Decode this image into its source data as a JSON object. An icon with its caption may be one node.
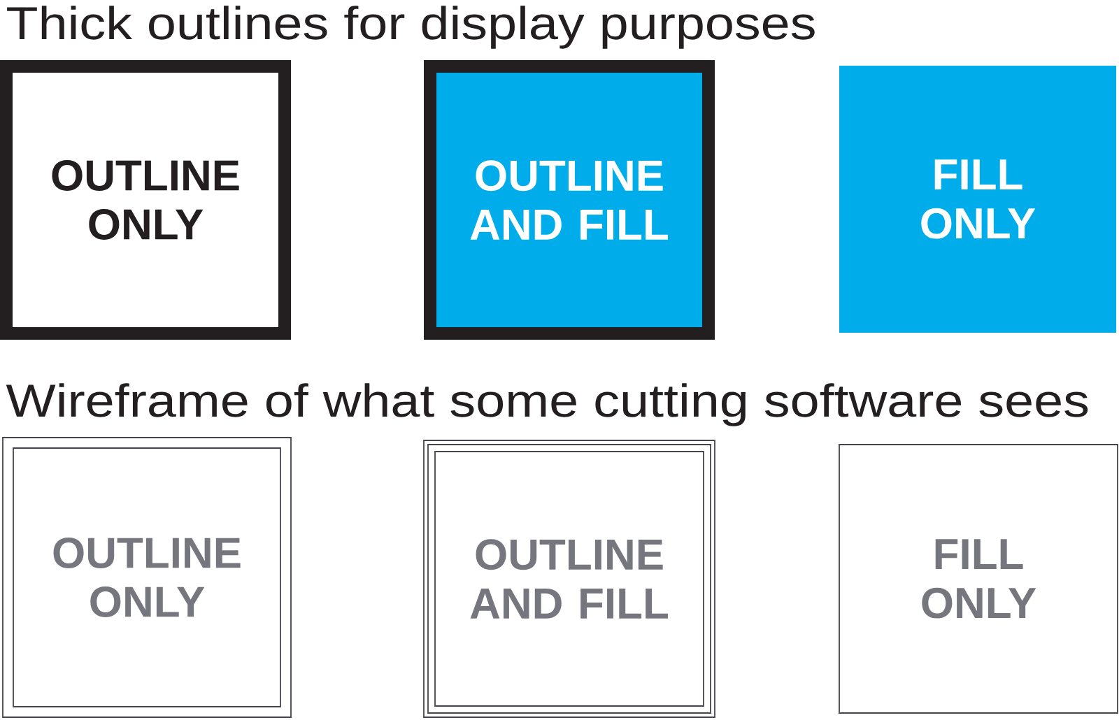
{
  "diagram": {
    "title": "Thick outlines for display purposes",
    "nodes": [
      {
        "text": [
          "OUTLINE ONLY"
        ]
      },
      {
        "text": [
          "OUTLINE AND FILL"
        ]
      },
      {
        "text": [
          "FILL ONLY"
        ]
      },
      {
        "text": [
          "OUTLINE ONLY"
        ]
      },
      {
        "text": [
          "OUTLINE AND FILL"
        ]
      },
      {
        "text": [
          "FILL ONLY"
        ]
      }
    ],
    "labels": [
      "Wireframe of what some cutting software sees"
    ]
  }
}
